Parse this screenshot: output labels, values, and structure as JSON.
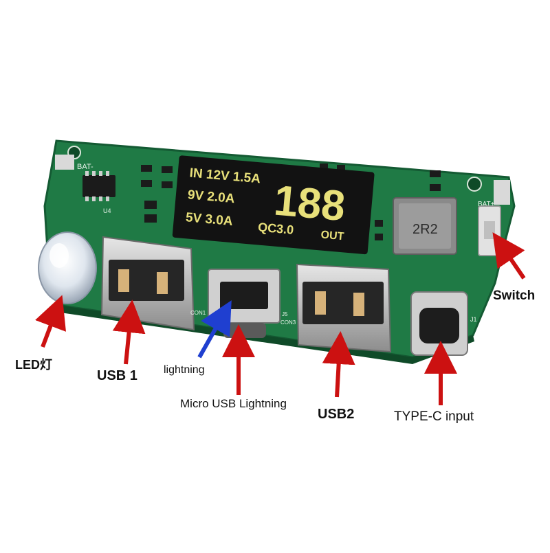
{
  "board": {
    "pcb_color": "#1f7a45",
    "silk_labels": {
      "bat_minus": "BAT-",
      "bat_plus": "BAT+",
      "u4": "U4",
      "con1": "CON1",
      "con3": "CON3",
      "j5": "J5",
      "j1": "J1",
      "inductor": "2R2"
    },
    "display": {
      "digits": "188",
      "in_label": "IN 12V 1.5A",
      "row2": "9V 2.0A",
      "row3": "5V 3.0A",
      "qc": "QC3.0",
      "out": "OUT"
    }
  },
  "callouts": {
    "led": "LED灯",
    "usb1": "USB 1",
    "lightning": "lightning",
    "micro_usb": "Micro USB Lightning",
    "usb2": "USB2",
    "type_c": "TYPE-C input",
    "switch": "Switch"
  },
  "colors": {
    "arrow_red": "#cc1111",
    "arrow_blue": "#1f3fd0",
    "lcd_fg": "#e8e07a",
    "lcd_bg": "#121212"
  }
}
